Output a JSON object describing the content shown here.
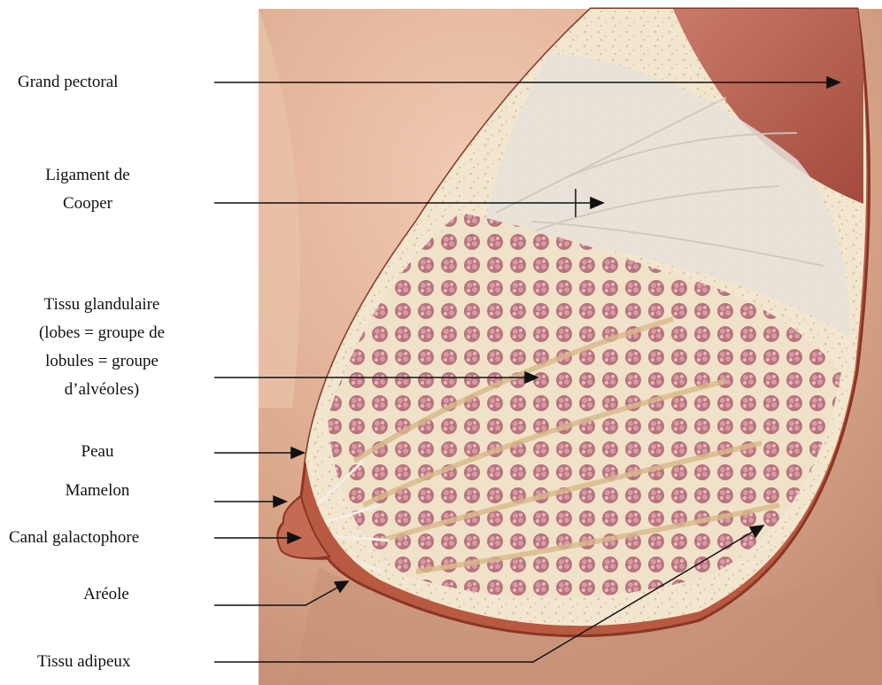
{
  "figure": {
    "labels": {
      "grand_pectoral": "Grand pectoral",
      "ligament_cooper": [
        "Ligament de",
        "Cooper"
      ],
      "tissu_glandulaire": [
        "Tissu glandulaire",
        "(lobes = groupe de",
        "lobules = groupe",
        "d’alvéoles)"
      ],
      "peau": "Peau",
      "mamelon": "Mamelon",
      "canal_galactophore": "Canal galactophore",
      "areole": "Aréole",
      "tissu_adipeux": "Tissu adipeux"
    }
  }
}
